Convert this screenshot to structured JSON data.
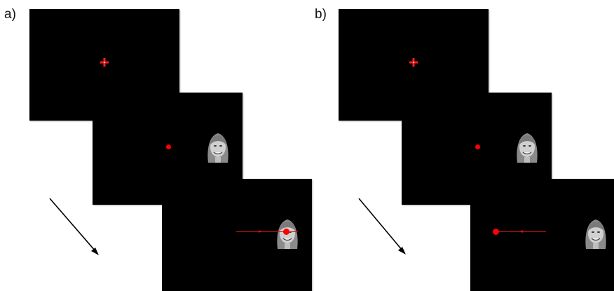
{
  "panels": [
    {
      "label": "a)"
    },
    {
      "label": "b)"
    }
  ],
  "colors": {
    "screen": "#000000",
    "marker": "#ff0000",
    "background": "#ffffff"
  },
  "icons": {
    "fixation": "fixation-cross-icon",
    "face": "face-photo",
    "time": "time-arrow-icon"
  }
}
